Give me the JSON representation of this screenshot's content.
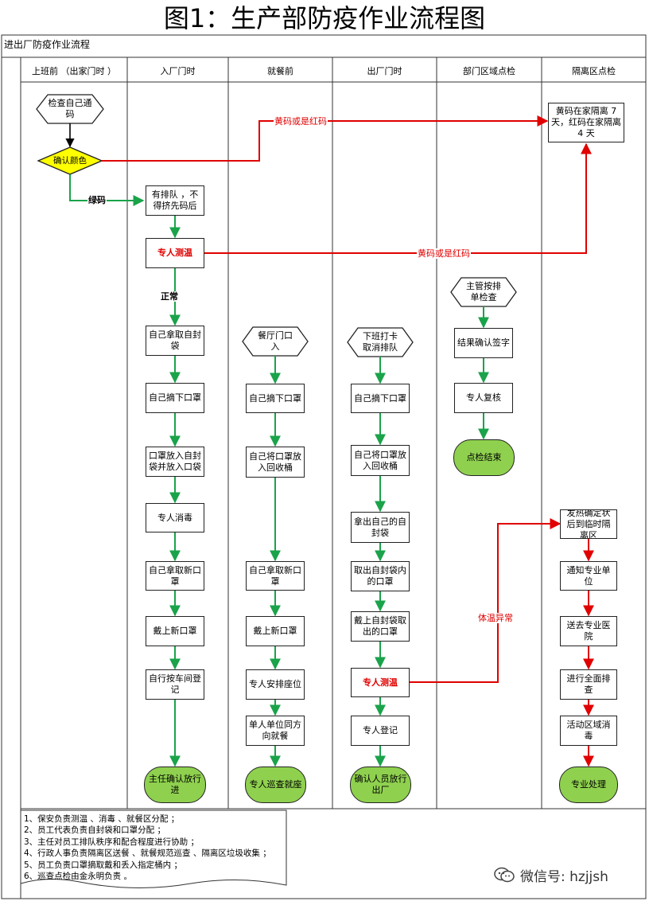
{
  "title": "图1：生产部防疫作业流程图",
  "section": "进出厂防疫作业流程",
  "lanes": [
    "上班前 （出家门时 ）",
    "入厂门时",
    "就餐前",
    "出厂门时",
    "部门区域点检",
    "隔离区点检"
  ],
  "nodes": {
    "check_code": "检查自己通码",
    "confirm_color": "确认颜色",
    "queue": "有排队 ，不得挤先码后",
    "temp1": "专人测温",
    "bag_take": "自己拿取自封袋",
    "mask_off1": "自己摘下口罩",
    "mask_in_bag": "口罩放入自封袋并放入口袋",
    "disinfect": "专人消毒",
    "new_mask1": "自己拿取新口罩",
    "wear1": "戴上新口罩",
    "register": "自行按车间登记",
    "end1": "主任确认放行进",
    "canteen_in": "餐厅门口入",
    "mask_off2": "自己摘下口罩",
    "mask_bin2": "自己将口罩放入回收桶",
    "new_mask2": "自己拿取新口罩",
    "wear2": "戴上新口罩",
    "seat": "专人安排座位",
    "dine": "单人单位同方向就餐",
    "end2": "专人巡查就座",
    "clock_out": "下班打卡取消排队",
    "mask_off3": "自己摘下口罩",
    "mask_bin3": "自己将口罩放入回收桶",
    "take_bag": "拿出自己的自封袋",
    "mask_from_bag": "取出自封袋内的口罩",
    "wear3": "戴上自封袋取出的口罩",
    "temp3": "专人测温",
    "log3": "专人登记",
    "end3": "确认人员放行出厂",
    "supervisor": "主管按排单检查",
    "confirm_sign": "结果确认签字",
    "recheck": "专人复核",
    "end4": "点检结束",
    "quarantine": "黄码在家隔离 7天，红码在家隔离4 天",
    "fever_iso": "发热确定状后到临时隔离区",
    "notify": "通知专业单位",
    "hospital": "送去专业医院",
    "screening": "进行全面排查",
    "disinfect_area": "活动区域消毒",
    "end6": "专业处理"
  },
  "edge_labels": {
    "yellow_red_1": "黄码或是红码",
    "yellow_red_2": "黄码或是红码",
    "green": "绿码",
    "normal": "正常",
    "fever": "体温异常"
  },
  "notes": [
    "1、保安负责测温 、消毒 、就餐区分配 ；",
    "2、员工代表负责自封袋和口罩分配 ；",
    "3、主任对员工排队秩序和配合程度进行协助 ；",
    "4、行政人事负责隔离区送餐 、就餐规范巡查 、隔离区垃圾收集 ；",
    "5、员工负责口罩摘取戴和丢入指定桶内 ；",
    "6、巡查点检由金永明负责 。"
  ],
  "watermark": "微信号: hzjjsh",
  "colors": {
    "green": "#1aa34a",
    "red": "#e00000",
    "terminal": "#8fd14f",
    "decision": "#ffff00"
  }
}
